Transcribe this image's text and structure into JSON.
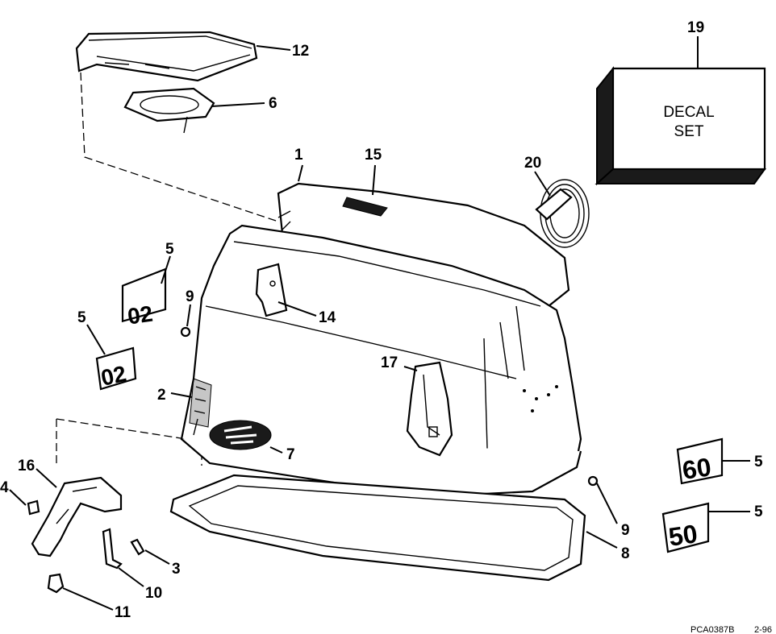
{
  "callouts": {
    "c1": "1",
    "c2": "2",
    "c3": "3",
    "c4": "4",
    "c5a": "5",
    "c5b": "5",
    "c5c": "5",
    "c5d": "5",
    "c6": "6",
    "c7": "7",
    "c8": "8",
    "c9a": "9",
    "c9b": "9",
    "c10": "10",
    "c11": "11",
    "c12": "12",
    "c14": "14",
    "c15": "15",
    "c16": "16",
    "c17": "17",
    "c19": "19",
    "c20": "20"
  },
  "decal_box": {
    "line1": "DECAL",
    "line2": "SET"
  },
  "footer": {
    "code": "PCA0387B",
    "date": "2-96"
  },
  "decal_glyphs": {
    "upper_left_a": "02",
    "upper_left_b": "02",
    "right_a": "60",
    "right_b": "50"
  },
  "colors": {
    "ink": "#000000",
    "paper": "#ffffff"
  }
}
